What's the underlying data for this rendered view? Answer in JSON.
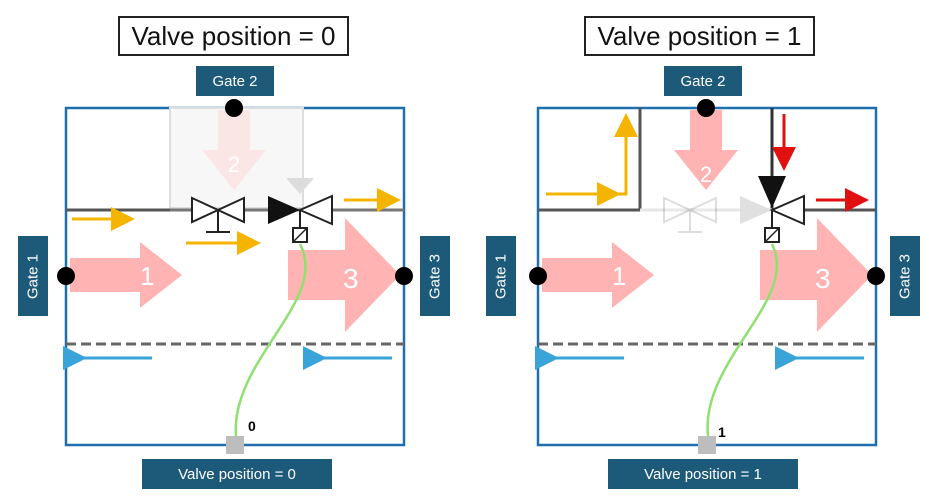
{
  "left_panel": {
    "title": "Valve position = 0",
    "gate_top": "Gate 2",
    "gate_left": "Gate 1",
    "gate_right": "Gate 3",
    "bottom_label": "Valve position = 0",
    "signal_value": "0",
    "flow_labels": [
      "1",
      "2",
      "3"
    ]
  },
  "right_panel": {
    "title": "Valve position = 1",
    "gate_top": "Gate 2",
    "gate_left": "Gate 1",
    "gate_right": "Gate 3",
    "bottom_label": "Valve position = 1",
    "signal_value": "1",
    "flow_labels": [
      "1",
      "2",
      "3"
    ]
  },
  "colors": {
    "frame": "#1f6fae",
    "gate_fill": "#1d5a7a",
    "flow_arrow": "#ffb3b3",
    "yellow_arrow": "#f5b400",
    "blue_arrow": "#3aa3d8",
    "red_arrow": "#e01010",
    "signal_line": "#90e070"
  },
  "icons": [
    "valve-icon",
    "three-way-valve-icon",
    "connector-dot-icon"
  ]
}
